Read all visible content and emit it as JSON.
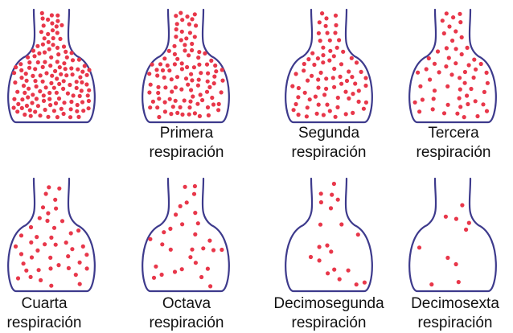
{
  "colors": {
    "flask_outline": "#3d3a8c",
    "particle": "#e8374a",
    "caption_text": "#111111",
    "background": "#ffffff"
  },
  "flasks": [
    {
      "id": "inicial",
      "caption_line1": "",
      "caption_line2": "",
      "particle_count": 140
    },
    {
      "id": "primera",
      "caption_line1": "Primera",
      "caption_line2": "respiración",
      "particle_count": 105
    },
    {
      "id": "segunda",
      "caption_line1": "Segunda",
      "caption_line2": "respiración",
      "particle_count": 78
    },
    {
      "id": "tercera",
      "caption_line1": "Tercera",
      "caption_line2": "respiración",
      "particle_count": 58
    },
    {
      "id": "cuarta",
      "caption_line1": "Cuarta",
      "caption_line2": "respiración",
      "particle_count": 44
    },
    {
      "id": "octava",
      "caption_line1": "Octava",
      "caption_line2": "respiración",
      "particle_count": 30
    },
    {
      "id": "decimosegunda",
      "caption_line1": "Decimosegunda",
      "caption_line2": "respiración",
      "particle_count": 20
    },
    {
      "id": "decimosexta",
      "caption_line1": "Decimosexta",
      "caption_line2": "respiración",
      "particle_count": 10
    }
  ]
}
